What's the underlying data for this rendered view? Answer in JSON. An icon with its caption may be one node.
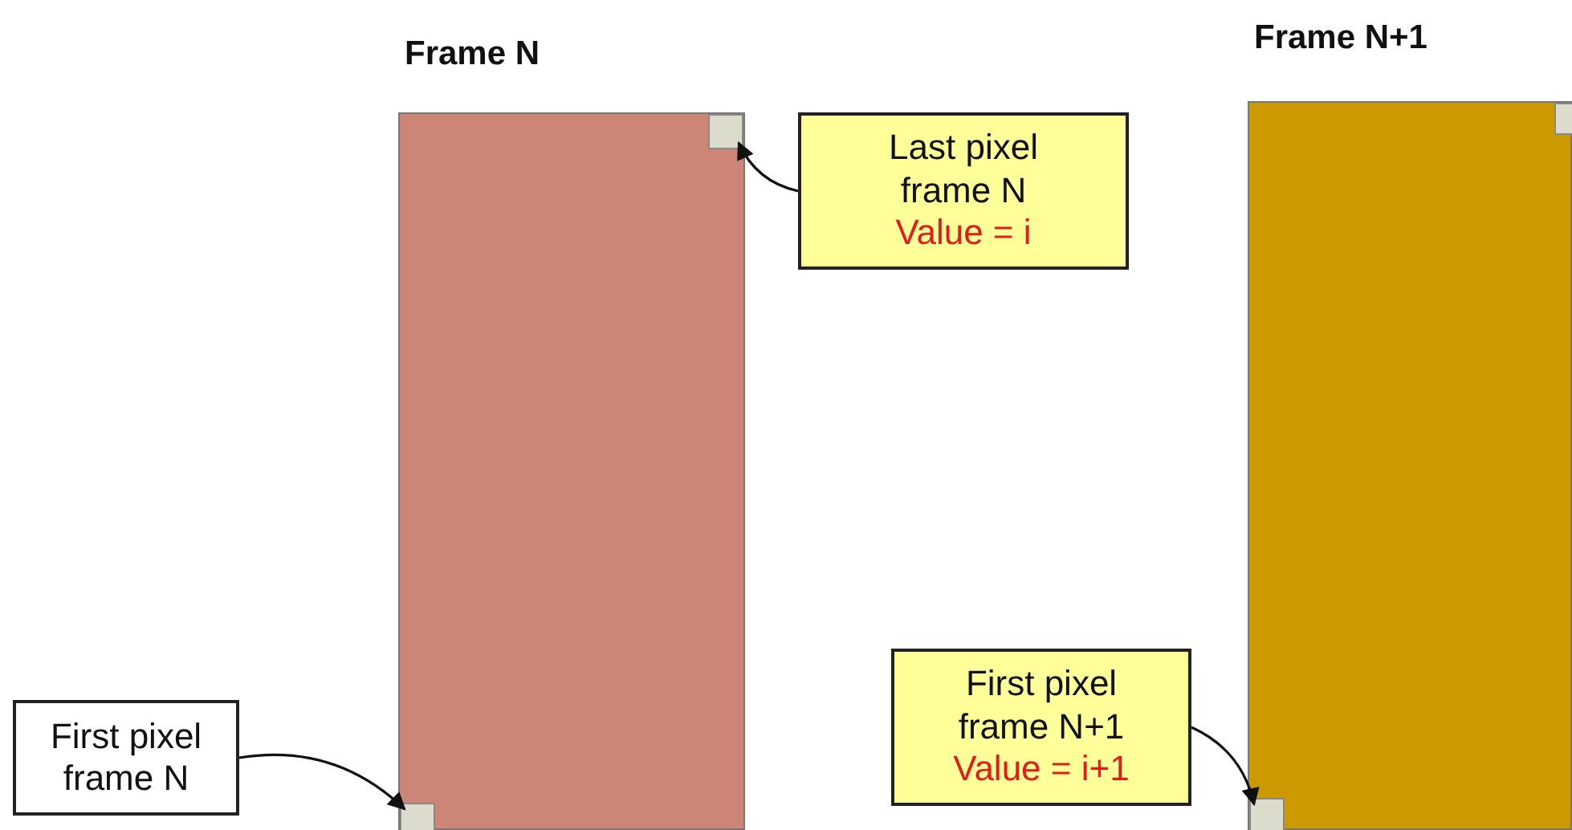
{
  "diagram": {
    "nodes": [
      {
        "text": [
          "Frame N"
        ]
      },
      {
        "text": [],
        "shape": "box",
        "in": 0
      },
      {
        "text": [],
        "shape": "box",
        "in": 0
      },
      {
        "text": [
          "Frame N+1"
        ]
      },
      {
        "text": [],
        "shape": "box",
        "in": 3
      },
      {
        "text": [],
        "shape": "box",
        "in": 3
      },
      {
        "text": [
          "Last pixel frame N",
          "Value = i"
        ]
      },
      {
        "text": [
          "First pixel frame N"
        ]
      },
      {
        "text": [
          "First pixel frame N+1",
          "Value = i+1"
        ]
      }
    ],
    "edges": [
      {
        "from": 6,
        "to": 1,
        "arrow": "to"
      },
      {
        "from": 7,
        "to": 2,
        "arrow": "to"
      },
      {
        "from": 8,
        "to": 5,
        "arrow": "to"
      }
    ]
  }
}
